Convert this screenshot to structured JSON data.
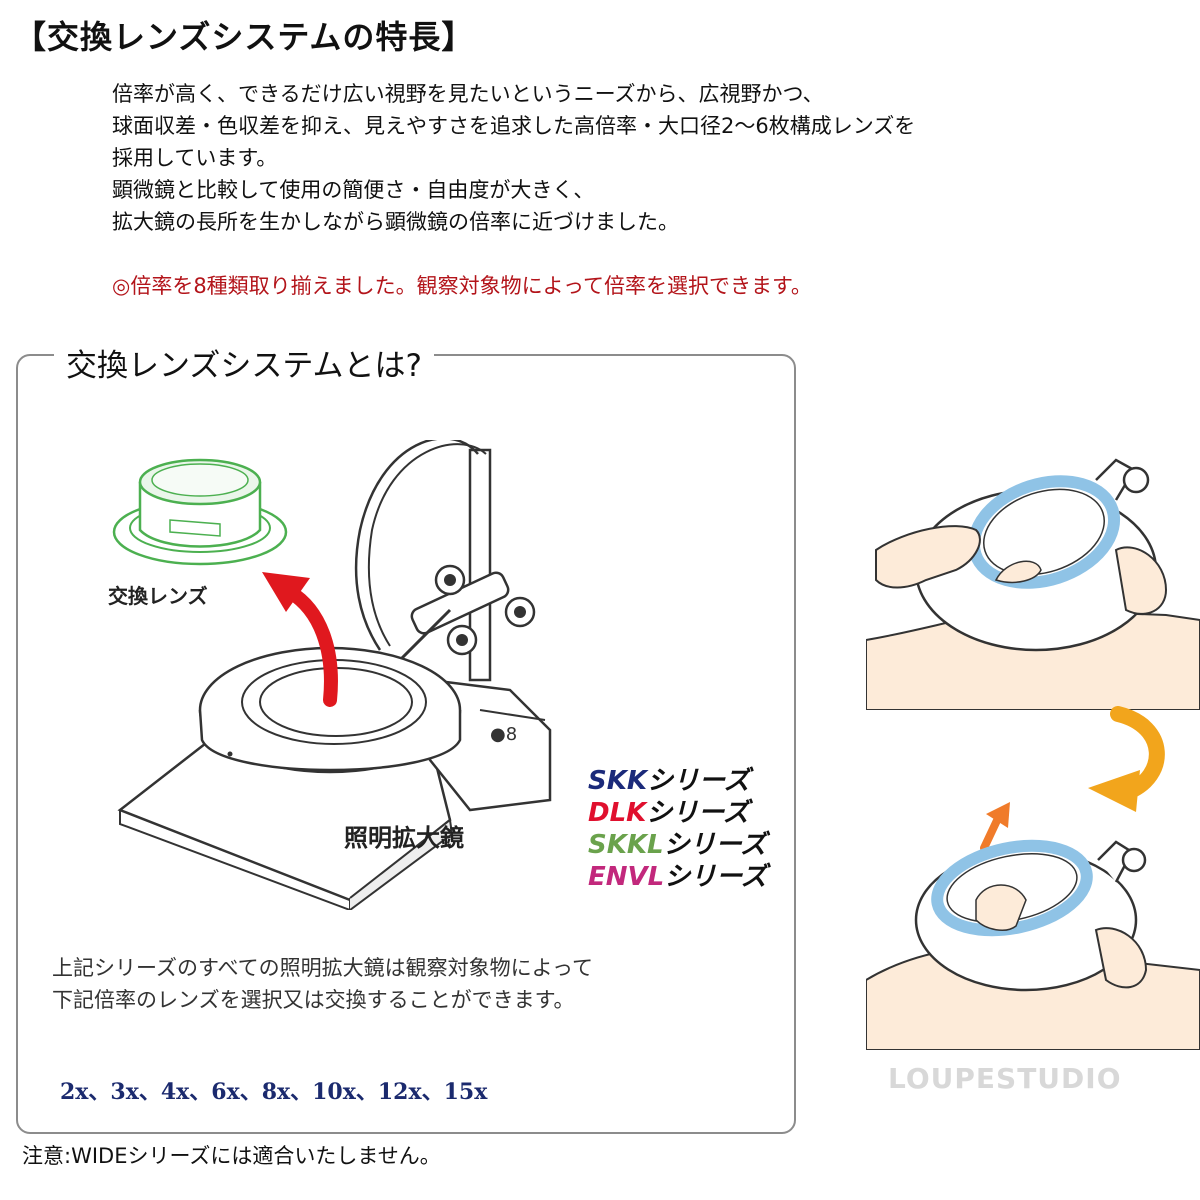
{
  "title": "【交換レンズシステムの特長】",
  "intro_lines": [
    "倍率が高く、できるだけ広い視野を見たいというニーズから、広視野かつ、",
    "球面収差・色収差を抑え、見えやすさを追求した高倍率・大口径2〜6枚構成レンズを",
    "採用しています。",
    "顕微鏡と比較して使用の簡便さ・自由度が大きく、",
    "拡大鏡の長所を生かしながら顕微鏡の倍率に近づけました。"
  ],
  "notice": "◎倍率を8種類取り揃えました。観察対象物によって倍率を選択できます。",
  "box": {
    "title": "交換レンズシステムとは?",
    "lens_label": "交換レンズ",
    "magnifier_label": "照明拡大鏡",
    "series": [
      {
        "code": "SKK",
        "suffix": "シリーズ",
        "color": "#1b2a7a"
      },
      {
        "code": "DLK",
        "suffix": "シリーズ",
        "color": "#e0102e"
      },
      {
        "code": "SKKL",
        "suffix": "シリーズ",
        "color": "#6aa24c"
      },
      {
        "code": "ENVL",
        "suffix": "シリーズ",
        "color": "#c2287c"
      }
    ],
    "description_lines": [
      "上記シリーズのすべての照明拡大鏡は観察対象物によって",
      "下記倍率のレンズを選択又は交換することができます。"
    ],
    "magnifications": "2x、3x、4x、6x、8x、10x、12x、15x"
  },
  "footnote": "注意:WIDEシリーズには適合いたしません。",
  "watermark": "LOUPESTUDIO",
  "colors": {
    "accent_red": "#e0181e",
    "lens_green": "#4cb050",
    "ring_blue": "#8fc3e6",
    "arrow_orange": "#f2a51c"
  }
}
